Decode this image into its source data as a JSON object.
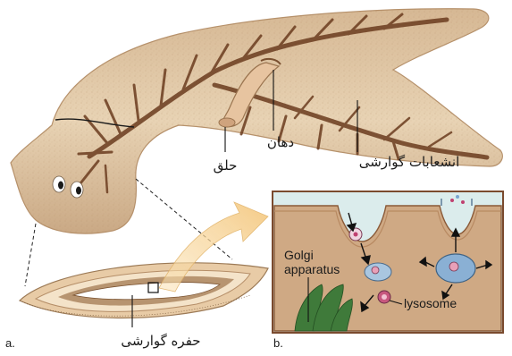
{
  "panel_a": {
    "panel_label": "a.",
    "labels": {
      "pharynx": "حلق",
      "mouth": "دهان",
      "gut_branches": "انشعابات گوارشی",
      "gastrovascular_cavity": "حفره گوارشی"
    }
  },
  "panel_b": {
    "panel_label": "b.",
    "labels": {
      "golgi_line1": "Golgi",
      "golgi_line2": "apparatus",
      "lysosome": "lysosome"
    }
  },
  "colors": {
    "body_fill": "#e6cfae",
    "body_dark": "#a98a69",
    "gut_branch": "#6b3c1f",
    "inset_bg": "#dbecec",
    "cell_fill": "#cfa984",
    "inset_border": "#7a4a2e",
    "arrow_fill": "#f5cf8c"
  }
}
